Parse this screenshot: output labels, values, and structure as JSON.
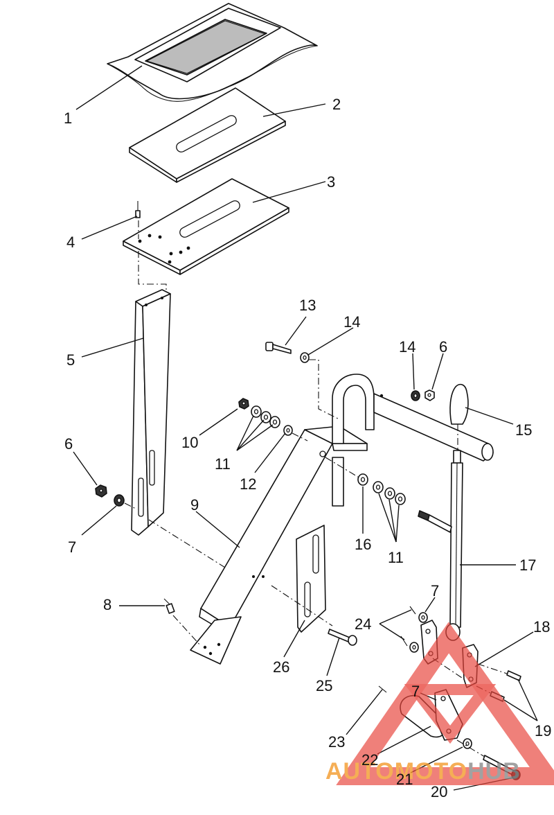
{
  "callouts": [
    {
      "id": "1",
      "text": "1"
    },
    {
      "id": "2",
      "text": "2"
    },
    {
      "id": "3",
      "text": "3"
    },
    {
      "id": "4",
      "text": "4"
    },
    {
      "id": "5",
      "text": "5"
    },
    {
      "id": "6a",
      "text": "6"
    },
    {
      "id": "7a",
      "text": "7"
    },
    {
      "id": "8",
      "text": "8"
    },
    {
      "id": "9",
      "text": "9"
    },
    {
      "id": "10",
      "text": "10"
    },
    {
      "id": "11a",
      "text": "11"
    },
    {
      "id": "12",
      "text": "12"
    },
    {
      "id": "13",
      "text": "13"
    },
    {
      "id": "14a",
      "text": "14"
    },
    {
      "id": "14b",
      "text": "14"
    },
    {
      "id": "6b",
      "text": "6"
    },
    {
      "id": "15",
      "text": "15"
    },
    {
      "id": "16",
      "text": "16"
    },
    {
      "id": "11b",
      "text": "11"
    },
    {
      "id": "17",
      "text": "17"
    },
    {
      "id": "7b",
      "text": "7"
    },
    {
      "id": "24",
      "text": "24"
    },
    {
      "id": "18",
      "text": "18"
    },
    {
      "id": "26",
      "text": "26"
    },
    {
      "id": "25",
      "text": "25"
    },
    {
      "id": "7c",
      "text": "7"
    },
    {
      "id": "19",
      "text": "19"
    },
    {
      "id": "23",
      "text": "23"
    },
    {
      "id": "22",
      "text": "22"
    },
    {
      "id": "21",
      "text": "21"
    },
    {
      "id": "20",
      "text": "20"
    }
  ],
  "watermark": {
    "text_a": "AUTO",
    "text_b": "MOTO",
    "text_c": "HUB",
    "color_red": "#e8453c",
    "color_orange": "#f39a2b",
    "color_gray": "#8a8a8a"
  }
}
